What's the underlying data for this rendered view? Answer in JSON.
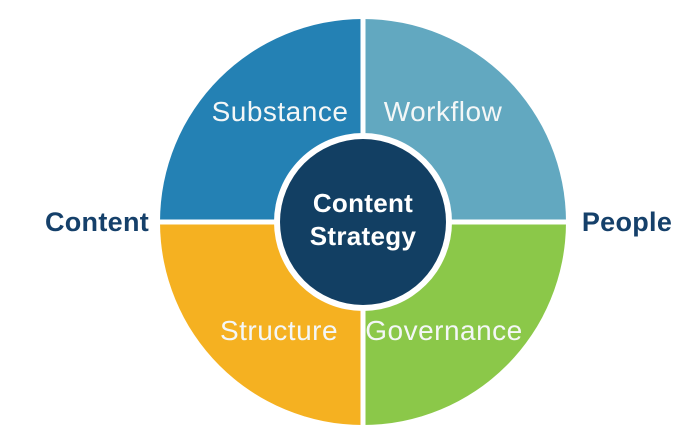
{
  "diagram": {
    "name": "content-strategy-quadrant-diagram",
    "hub": {
      "line1": "Content",
      "line2": "Strategy",
      "fill_color": "#123F63",
      "ring_color": "#FFFFFF",
      "text_color": "#FFFFFF"
    },
    "quadrants": [
      {
        "id": "substance",
        "label": "Substance",
        "color": "#2481B4",
        "position": "top-left"
      },
      {
        "id": "workflow",
        "label": "Workflow",
        "color": "#62A8C0",
        "position": "top-right"
      },
      {
        "id": "structure",
        "label": "Structure",
        "color": "#F5B121",
        "position": "bottom-left"
      },
      {
        "id": "governance",
        "label": "Governance",
        "color": "#8BC849",
        "position": "bottom-right"
      }
    ],
    "side_labels": [
      {
        "id": "left",
        "label": "Content"
      },
      {
        "id": "right",
        "label": "People"
      }
    ],
    "colors": {
      "quadrant_text": "#F4F7F7",
      "side_label_text": "#15406A",
      "divider": "#FFFFFF",
      "background": "#FFFFFF"
    }
  }
}
